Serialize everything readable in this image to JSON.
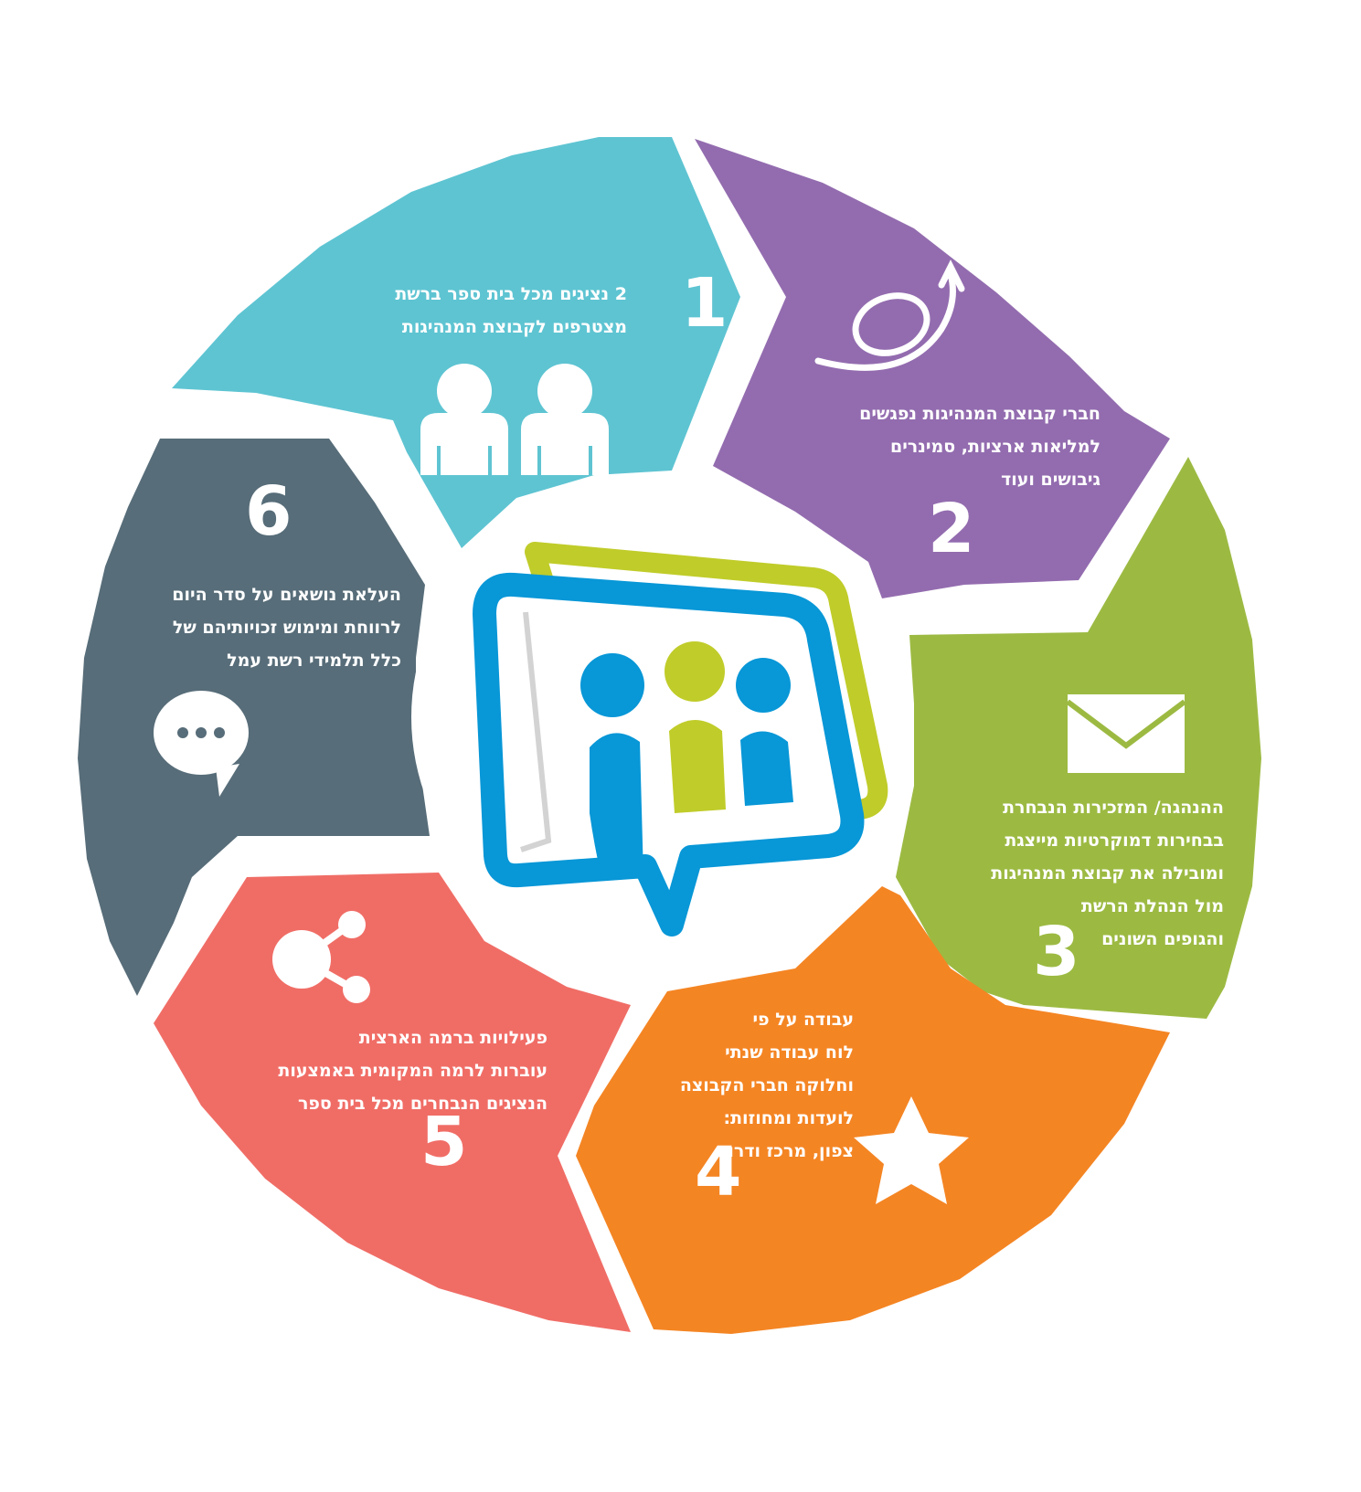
{
  "colors": {
    "step1": "#5EC4D2",
    "step2": "#936CAF",
    "step3": "#9CBA42",
    "step4": "#F48523",
    "step5": "#F06D66",
    "step6": "#576D79",
    "center_blue": "#0897D7",
    "center_green": "#C0CC29"
  },
  "steps": [
    {
      "number": "1",
      "icon": "two-people-icon",
      "lines": [
        "2 נציגים מכל בית ספר ברשת",
        "מצטרפים לקבוצת המנהיגות"
      ]
    },
    {
      "number": "2",
      "icon": "swirl-arrow-icon",
      "lines": [
        "חברי קבוצת המנהיגות נפגשים",
        "למליאות ארציות, סמינרים",
        "גיבושים ועוד"
      ]
    },
    {
      "number": "3",
      "icon": "envelope-icon",
      "lines": [
        "ההנהגה/ המזכירות הנבחרת",
        "בבחירות דמוקרטיות מייצגת",
        "ומובילה את קבוצת המנהיגות",
        "מול הנהלת הרשת",
        "והגופים השונים"
      ]
    },
    {
      "number": "4",
      "icon": "star-icon",
      "lines": [
        "עבודה על פי",
        "לוח עבודה שנתי",
        "וחלוקה חברי הקבוצה",
        "לועדות ומחוזות:",
        "צפון, מרכז ודרום"
      ]
    },
    {
      "number": "5",
      "icon": "share-icon",
      "lines": [
        "פעילויות ברמה הארצית",
        "עוברות לרמה המקומית באמצעות",
        "הנציגים הנבחרים מכל בית ספר"
      ]
    },
    {
      "number": "6",
      "icon": "speech-bubble-icon",
      "lines": [
        "העלאת נושאים על סדר היום",
        "לרווחת ומימוש זכויותיהם של",
        "כלל תלמידי רשת עמל"
      ]
    }
  ],
  "center": {
    "icon": "group-chat-logo-icon"
  }
}
